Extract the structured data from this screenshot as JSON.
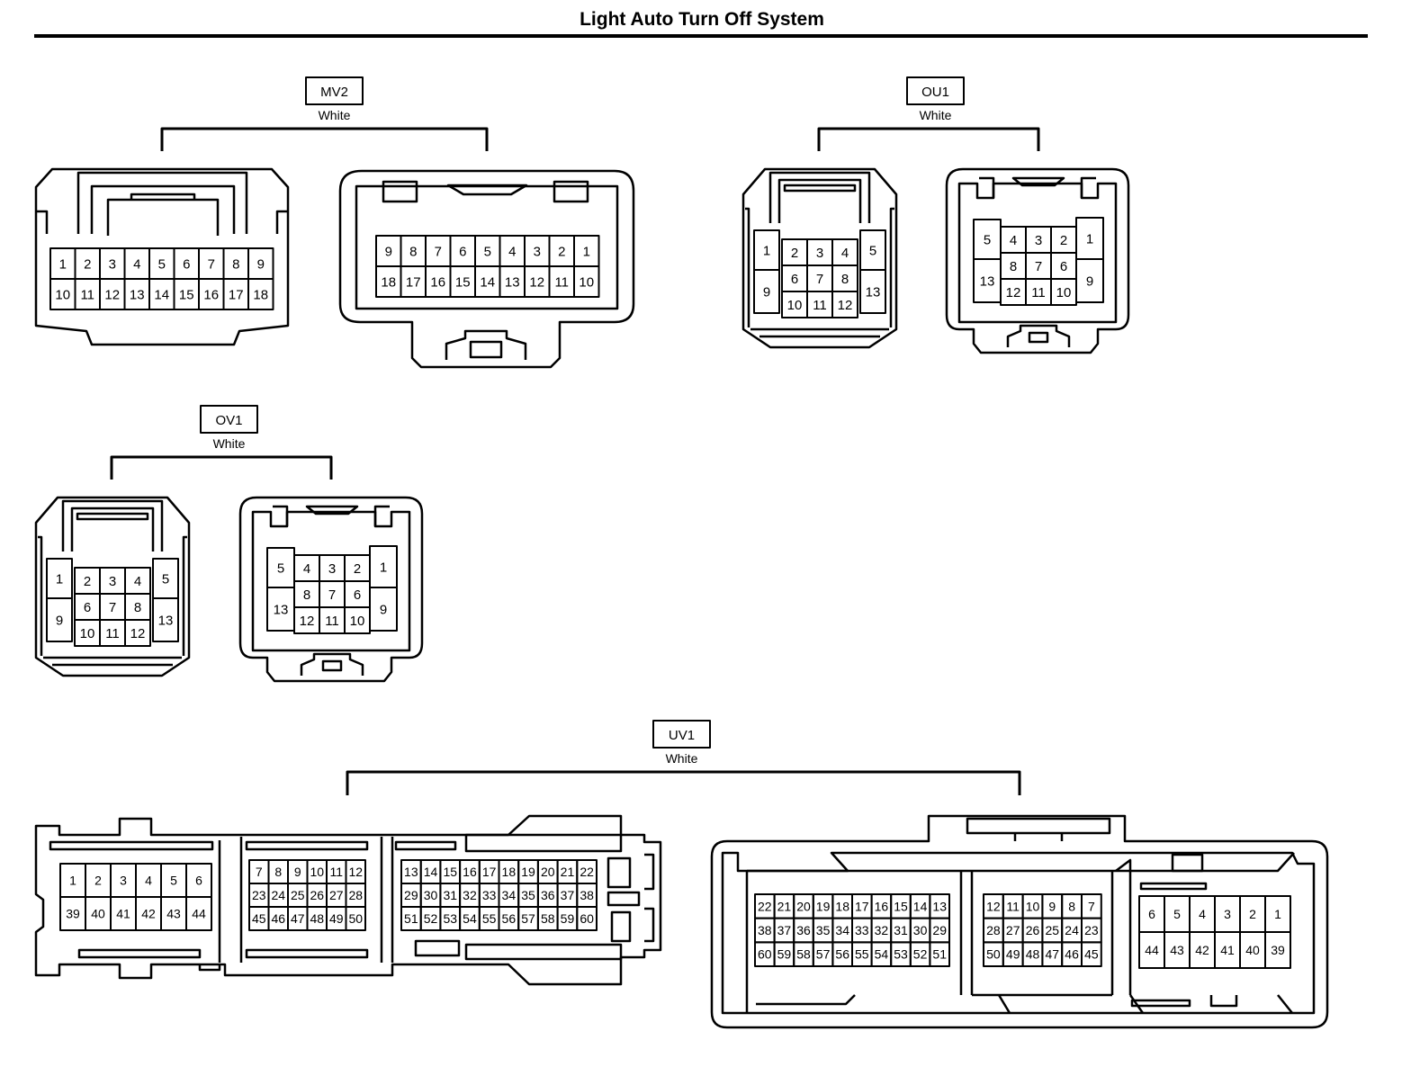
{
  "title": "Light Auto Turn Off System",
  "connectors": [
    {
      "id": "MV2",
      "color": "White"
    },
    {
      "id": "OU1",
      "color": "White"
    },
    {
      "id": "OV1",
      "color": "White"
    },
    {
      "id": "UV1",
      "color": "White"
    }
  ],
  "pins": {
    "mv2_female": [
      [
        "1",
        "2",
        "3",
        "4",
        "5",
        "6",
        "7",
        "8",
        "9"
      ],
      [
        "10",
        "11",
        "12",
        "13",
        "14",
        "15",
        "16",
        "17",
        "18"
      ]
    ],
    "mv2_male": [
      [
        "9",
        "8",
        "7",
        "6",
        "5",
        "4",
        "3",
        "2",
        "1"
      ],
      [
        "18",
        "17",
        "16",
        "15",
        "14",
        "13",
        "12",
        "11",
        "10"
      ]
    ],
    "uv1_female_a": [
      [
        "1",
        "2",
        "3",
        "4",
        "5",
        "6"
      ],
      [
        "39",
        "40",
        "41",
        "42",
        "43",
        "44"
      ]
    ],
    "uv1_female_b": [
      [
        "7",
        "8",
        "9",
        "10",
        "11",
        "12"
      ],
      [
        "23",
        "24",
        "25",
        "26",
        "27",
        "28"
      ],
      [
        "45",
        "46",
        "47",
        "48",
        "49",
        "50"
      ]
    ],
    "uv1_female_c": [
      [
        "13",
        "14",
        "15",
        "16",
        "17",
        "18",
        "19",
        "20",
        "21",
        "22"
      ],
      [
        "29",
        "30",
        "31",
        "32",
        "33",
        "34",
        "35",
        "36",
        "37",
        "38"
      ],
      [
        "51",
        "52",
        "53",
        "54",
        "55",
        "56",
        "57",
        "58",
        "59",
        "60"
      ]
    ],
    "uv1_male_a": [
      [
        "22",
        "21",
        "20",
        "19",
        "18",
        "17",
        "16",
        "15",
        "14",
        "13"
      ],
      [
        "38",
        "37",
        "36",
        "35",
        "34",
        "33",
        "32",
        "31",
        "30",
        "29"
      ],
      [
        "60",
        "59",
        "58",
        "57",
        "56",
        "55",
        "54",
        "53",
        "52",
        "51"
      ]
    ],
    "uv1_male_b": [
      [
        "12",
        "11",
        "10",
        "9",
        "8",
        "7"
      ],
      [
        "28",
        "27",
        "26",
        "25",
        "24",
        "23"
      ],
      [
        "50",
        "49",
        "48",
        "47",
        "46",
        "45"
      ]
    ],
    "uv1_male_c": [
      [
        "6",
        "5",
        "4",
        "3",
        "2",
        "1"
      ],
      [
        "44",
        "43",
        "42",
        "41",
        "40",
        "39"
      ]
    ]
  }
}
